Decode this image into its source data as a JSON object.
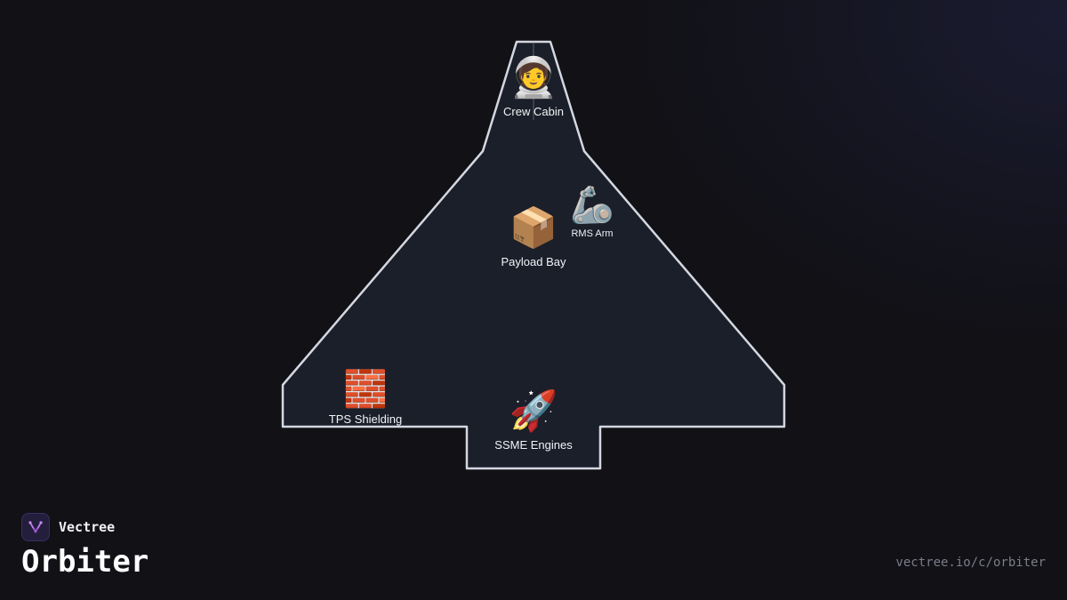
{
  "brand": {
    "name": "Vectree",
    "logo_icon": "vectree-logo-icon",
    "accent": "#a25ad8"
  },
  "title": "Orbiter",
  "url": "vectree.io/c/orbiter",
  "diagram": {
    "outline_color": "#d3d7e0",
    "fill_color": "#1b1f2a",
    "components": [
      {
        "id": "crew-cabin",
        "label": "Crew Cabin",
        "icon": "astronaut-icon",
        "glyph": "🧑‍🚀"
      },
      {
        "id": "payload-bay",
        "label": "Payload Bay",
        "icon": "package-icon",
        "glyph": "📦"
      },
      {
        "id": "rms-arm",
        "label": "RMS Arm",
        "icon": "mechanical-arm-icon",
        "glyph": "🦾"
      },
      {
        "id": "tps-shielding",
        "label": "TPS Shielding",
        "icon": "brick-icon",
        "glyph": "🧱"
      },
      {
        "id": "ssme-engines",
        "label": "SSME Engines",
        "icon": "rocket-icon",
        "glyph": "🚀"
      }
    ]
  }
}
